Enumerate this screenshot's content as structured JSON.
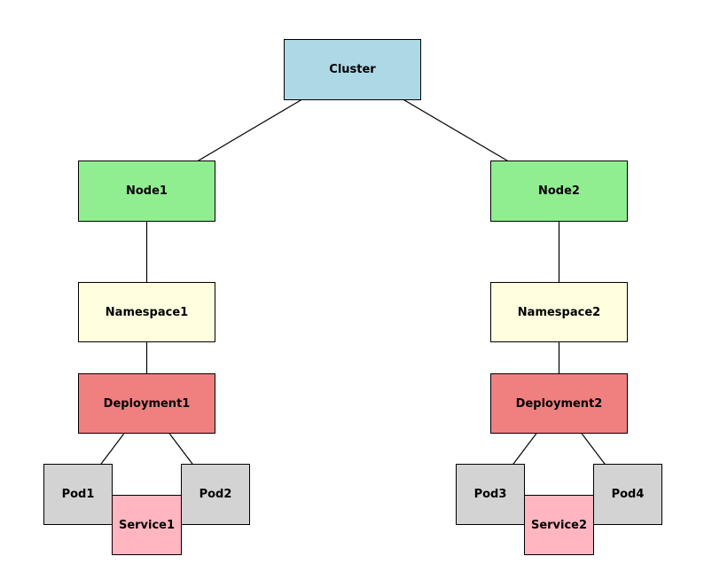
{
  "diagram": {
    "nodes": {
      "cluster": {
        "label": "Cluster",
        "color": "#add8e6"
      },
      "node1": {
        "label": "Node1",
        "color": "#90ee90"
      },
      "node2": {
        "label": "Node2",
        "color": "#90ee90"
      },
      "namespace1": {
        "label": "Namespace1",
        "color": "#ffffe0"
      },
      "namespace2": {
        "label": "Namespace2",
        "color": "#ffffe0"
      },
      "deployment1": {
        "label": "Deployment1",
        "color": "#f08080"
      },
      "deployment2": {
        "label": "Deployment2",
        "color": "#f08080"
      },
      "pod1": {
        "label": "Pod1",
        "color": "#d3d3d3"
      },
      "pod2": {
        "label": "Pod2",
        "color": "#d3d3d3"
      },
      "pod3": {
        "label": "Pod3",
        "color": "#d3d3d3"
      },
      "pod4": {
        "label": "Pod4",
        "color": "#d3d3d3"
      },
      "service1": {
        "label": "Service1",
        "color": "#ffb6c1"
      },
      "service2": {
        "label": "Service2",
        "color": "#ffb6c1"
      }
    },
    "edges": [
      {
        "from": "cluster",
        "to": "node1"
      },
      {
        "from": "cluster",
        "to": "node2"
      },
      {
        "from": "node1",
        "to": "namespace1"
      },
      {
        "from": "node2",
        "to": "namespace2"
      },
      {
        "from": "namespace1",
        "to": "deployment1"
      },
      {
        "from": "namespace2",
        "to": "deployment2"
      },
      {
        "from": "deployment1",
        "to": "pod1"
      },
      {
        "from": "deployment1",
        "to": "pod2"
      },
      {
        "from": "deployment2",
        "to": "pod3"
      },
      {
        "from": "deployment2",
        "to": "pod4"
      },
      {
        "from": "service1",
        "to": "pod1"
      },
      {
        "from": "service1",
        "to": "pod2"
      },
      {
        "from": "service2",
        "to": "pod3"
      },
      {
        "from": "service2",
        "to": "pod4"
      }
    ]
  }
}
